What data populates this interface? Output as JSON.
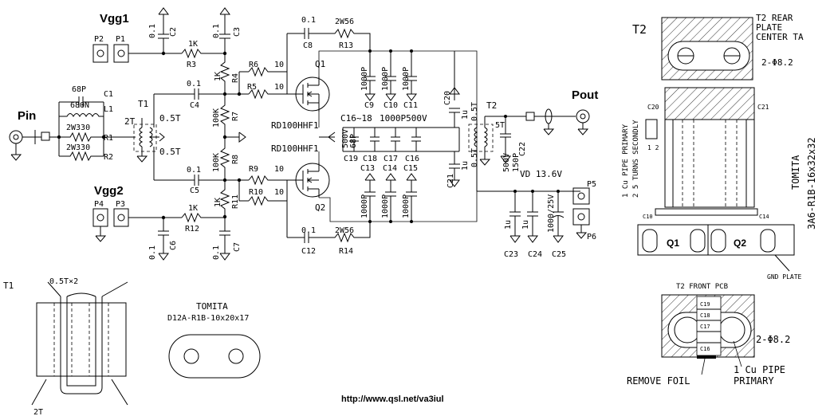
{
  "labels": {
    "vgg1": "Vgg1",
    "vgg2": "Vgg2",
    "pin": "Pin",
    "pout": "Pout",
    "t1": "T1",
    "t2": "T2",
    "p1": "P1",
    "p2": "P2",
    "p3": "P3",
    "p4": "P4",
    "p5": "P5",
    "p6": "P6",
    "c1": "C1",
    "c1v": "68P",
    "l1": "L1",
    "l1v": "680N",
    "r1": "R1",
    "r1v": "2W330",
    "r2": "R2",
    "r2v": "2W330",
    "c2": "C2",
    "c2v": "0.1",
    "c3": "C3",
    "c3v": "0.1",
    "r3": "R3",
    "r3v": "1K",
    "r4": "R4",
    "r4v": "1K",
    "c4": "C4",
    "c4v": "0.1",
    "c5": "C5",
    "c5v": "0.1",
    "r5": "R5",
    "r5v": "10",
    "r6": "R6",
    "r6v": "10",
    "r7": "R7",
    "r7v": "100K",
    "r8": "R8",
    "r8v": "100K",
    "r9": "R9",
    "r9v": "10",
    "r10": "R10",
    "r10v": "10",
    "r11": "R11",
    "r11v": "1K",
    "r12": "R12",
    "r12v": "1K",
    "c6": "C6",
    "c6v": "0.1",
    "c7": "C7",
    "c7v": "0.1",
    "c8": "C8",
    "c8v": "0.1",
    "r13": "R13",
    "r13v": "2W56",
    "c12": "C12",
    "c12v": "0.1",
    "r14": "R14",
    "r14v": "2W56",
    "q1": "Q1",
    "q2": "Q2",
    "mosfet1": "RD100HHF1",
    "mosfet2": "RD100HHF1",
    "c9": "C9",
    "c10": "C10",
    "c11": "C11",
    "c13": "C13",
    "c14": "C14",
    "c15": "C15",
    "v1000p": "1000P",
    "c16to18": "C16~18",
    "c16to18v": "1000P500V",
    "c19": "C19",
    "c16": "C16",
    "c17": "C17",
    "c18": "C18",
    "c19v1": "500V",
    "c19v2": "68P",
    "c20": "C20",
    "c20v": "1u",
    "c21": "C21",
    "c21v": "1u",
    "t1_2t": "2T",
    "t1_05a": "0.5T",
    "t1_05b": "0.5T",
    "t2_05a": "0.5T",
    "t2_05b": "0.5T",
    "t2_5t": "5T",
    "c22": "C22",
    "c22v1": "500V",
    "c22v2": "150P",
    "vd": "VD 13.6V",
    "c23": "C23",
    "c23v": "1u",
    "c24": "C24",
    "c24v": "1u",
    "c25": "C25",
    "c25v": "1000/25V",
    "t1_core_label": "0.5T×2",
    "t1_core_2t": "2T",
    "tomita1": "TOMITA",
    "tomita1_part": "D12A-R1B-10x20x17",
    "t2_rear1": "T2 REAR",
    "t2_rear2": "PLATE",
    "t2_rear3": "CENTER TA",
    "hole_a": "2-Φ8.2",
    "hole_b": "2-Φ8.2",
    "cu_pipe_side": "1 Cu PIPE PRIMARY",
    "turns_side": "2 5 TURNS SECONDLY",
    "tomita2": "TOMITA",
    "tomita2_part": "3A6-R1B-16x32x32",
    "gnd_plate": "GND PLATE",
    "t2_front": "T2 FRONT PCB",
    "remove_foil": "REMOVE FOIL",
    "cu_pipe_a": "1 Cu PIPE",
    "cu_pipe_b": "PRIMARY",
    "url": "http://www.qsl.net/va3iul"
  }
}
